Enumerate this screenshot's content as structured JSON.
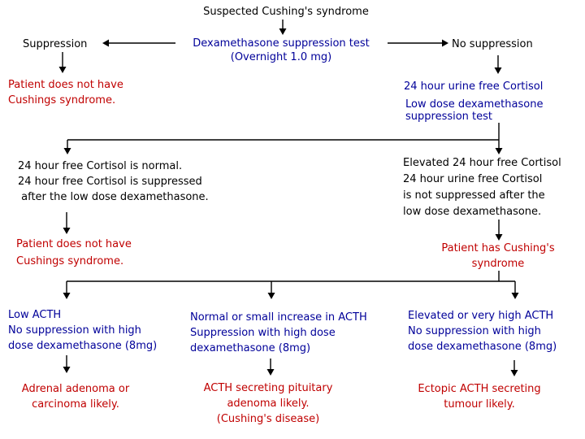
{
  "colors": {
    "bg": "#ffffff",
    "ink": "#000000",
    "blue": "#000099",
    "red": "#c00000"
  },
  "nodes": {
    "title": "Suspected Cushing's syndrome",
    "dex_test": "Dexamethasone suppression test\n(Overnight 1.0 mg)",
    "suppression": "Suppression",
    "no_suppression": "No suppression",
    "patient_no_cushings_1": "Patient does not have\nCushings syndrome.",
    "urine_cortisol": "24 hour urine free Cortisol",
    "low_dose_test": "Low dose dexamethasone\nsuppression test",
    "cortisol_normal": "24 hour free Cortisol is normal.\n24 hour free Cortisol is suppressed\n after the low dose dexamethasone.",
    "cortisol_elevated": "Elevated 24 hour free Cortisol\n24 hour urine free Cortisol\nis not suppressed after the\nlow dose dexamethasone.",
    "patient_no_cushings_2": "Patient does not have\nCushings syndrome.",
    "patient_has_cushings": "Patient has Cushing's\nsyndrome",
    "acth_low": "Low ACTH\nNo suppression with high\ndose dexamethasone (8mg)",
    "acth_normal": "Normal or small increase in ACTH\nSuppression with high dose\ndexamethasone (8mg)",
    "acth_high": "Elevated or very high ACTH\nNo suppression with high\ndose dexamethasone (8mg)",
    "dx_adrenal": "Adrenal adenoma or\ncarcinoma likely.",
    "dx_pituitary": "ACTH secreting pituitary\nadenoma likely.\n(Cushing's disease)",
    "dx_ectopic": "Ectopic ACTH secreting\ntumour likely."
  }
}
